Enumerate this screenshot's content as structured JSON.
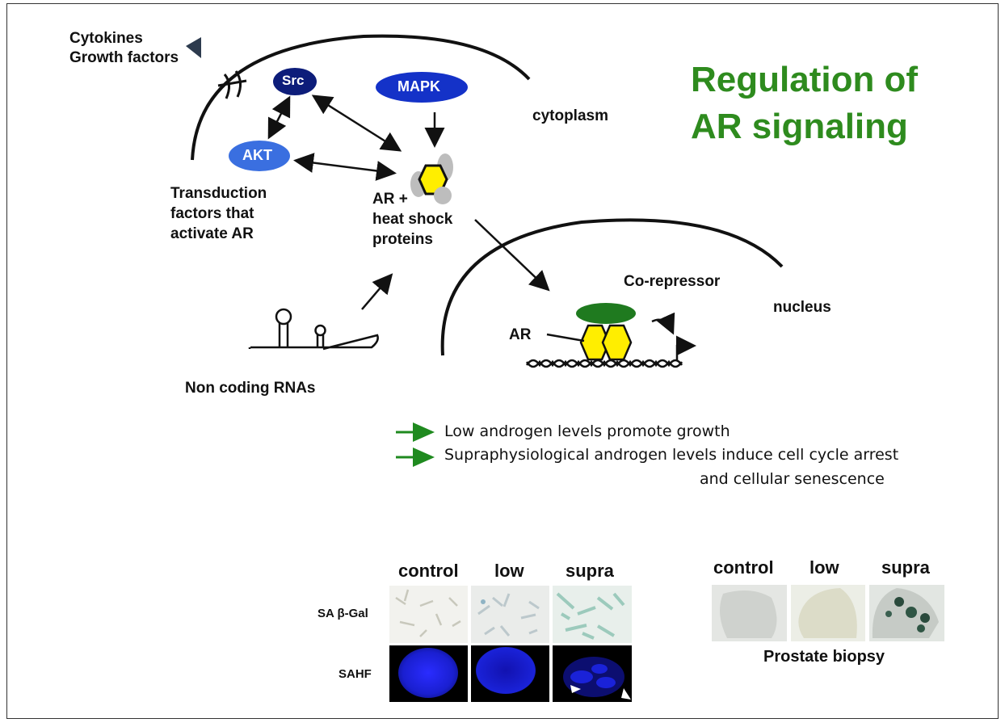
{
  "title": {
    "line1": "Regulation of",
    "line2": "AR signaling"
  },
  "labels": {
    "cytokines": "Cytokines",
    "growth_factors": "Growth factors",
    "src": "Src",
    "mapk": "MAPK",
    "akt": "AKT",
    "cytoplasm": "cytoplasm",
    "transduction": [
      "Transduction",
      "factors that",
      "activate AR"
    ],
    "ar_complex": [
      "AR +",
      "heat shock",
      "proteins"
    ],
    "co_repressor": "Co-repressor",
    "nucleus": "nucleus",
    "ar": "AR",
    "non_coding_rnas": "Non coding RNAs"
  },
  "legend": {
    "line1": "Low androgen levels promote growth",
    "line2": "Supraphysiological androgen levels induce cell cycle arrest",
    "line3": "and cellular senescence"
  },
  "cell_panel": {
    "columns": [
      "control",
      "low",
      "supra"
    ],
    "rows": [
      "SA β-Gal",
      "SAHF"
    ]
  },
  "biopsy_panel": {
    "columns": [
      "control",
      "low",
      "supra"
    ],
    "caption": "Prostate biopsy"
  },
  "colors": {
    "title_green": "#2e8b1e",
    "src_navy": "#0d1d7a",
    "mapk_blue": "#1432c8",
    "akt_blue": "#3a6fe0",
    "hexagon_yellow": "#ffee00",
    "corepressor_green": "#1f7a1f",
    "legend_arrow_green": "#1f8a1f",
    "sahf_blue": "#1a22d8"
  }
}
